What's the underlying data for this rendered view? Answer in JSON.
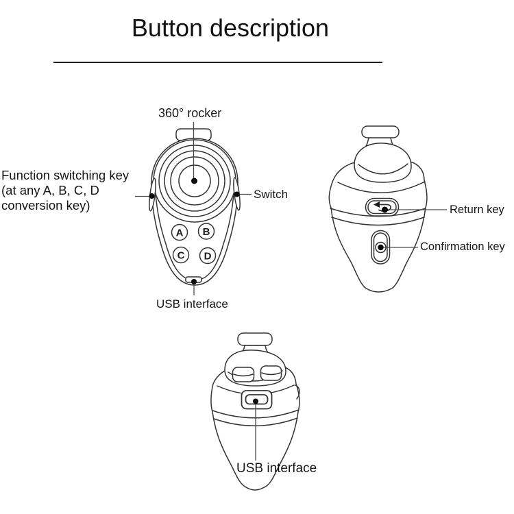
{
  "header": {
    "title": "Button description"
  },
  "front_device": {
    "rocker_label": "360° rocker",
    "function_key_label_line1": "Function switching key",
    "function_key_label_line2": "(at any A, B, C, D",
    "function_key_label_line3": "conversion key)",
    "switch_label": "Switch",
    "usb_label": "USB interface",
    "buttons": [
      "A",
      "B",
      "C",
      "D"
    ]
  },
  "side_device": {
    "return_label": "Return key",
    "confirmation_label": "Confirmation key"
  },
  "back_device": {
    "usb_label": "USB interface"
  },
  "colors": {
    "outline": "#333333",
    "text": "#161616",
    "background": "#ffffff"
  }
}
